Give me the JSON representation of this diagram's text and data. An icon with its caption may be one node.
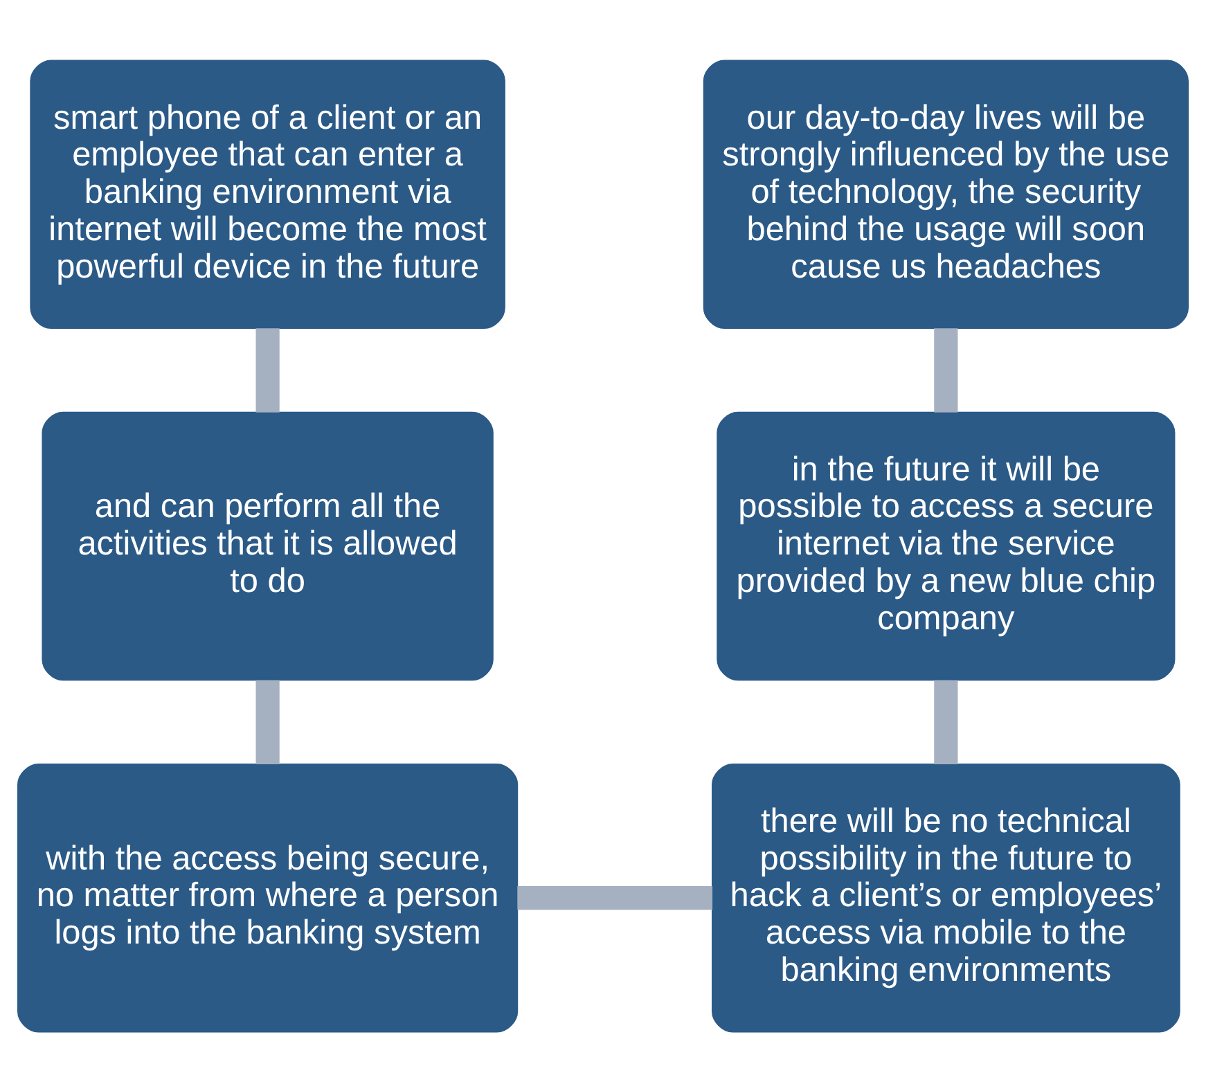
{
  "diagram": {
    "nodes": [
      {
        "text": [
          "smart phone of a client or an employee that can enter a banking environment via internet will become the most powerful device in the future"
        ]
      },
      {
        "text": [
          "our day-to-day lives will be strongly influenced by the use of technology, the security behind the usage will soon cause us headaches"
        ]
      },
      {
        "text": [
          "and can perform all the activities that it is allowed to do"
        ]
      },
      {
        "text": [
          "in the future it will be possible to access a secure internet via the service provided by a new blue chip company"
        ]
      },
      {
        "text": [
          "with the access being secure, no matter from where a person logs into the banking system"
        ]
      },
      {
        "text": [
          "there will be no technical possibility in the future to hack a client’s or employees’ access via mobile to the banking environments"
        ]
      }
    ],
    "edges": [
      {
        "from": 0,
        "to": 2,
        "arrow": "none"
      },
      {
        "from": 1,
        "to": 3,
        "arrow": "none"
      },
      {
        "from": 2,
        "to": 4,
        "arrow": "none"
      },
      {
        "from": 3,
        "to": 5,
        "arrow": "none"
      },
      {
        "from": 4,
        "to": 5,
        "arrow": "none"
      }
    ]
  }
}
